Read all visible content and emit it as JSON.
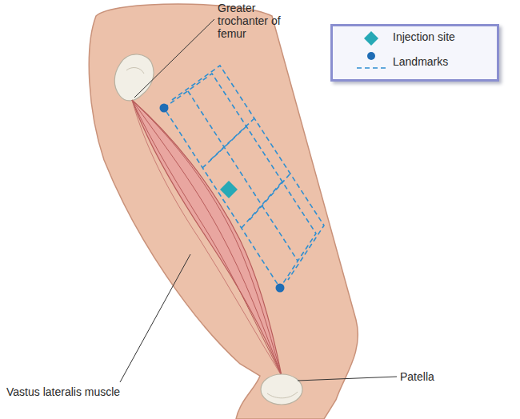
{
  "diagram": {
    "labels": [
      "Greater trochanter of femur",
      "Vastus lateralis muscle",
      "Patella"
    ],
    "legend": [
      {
        "text": "Injection site"
      },
      {
        "text": "Landmarks"
      }
    ]
  }
}
